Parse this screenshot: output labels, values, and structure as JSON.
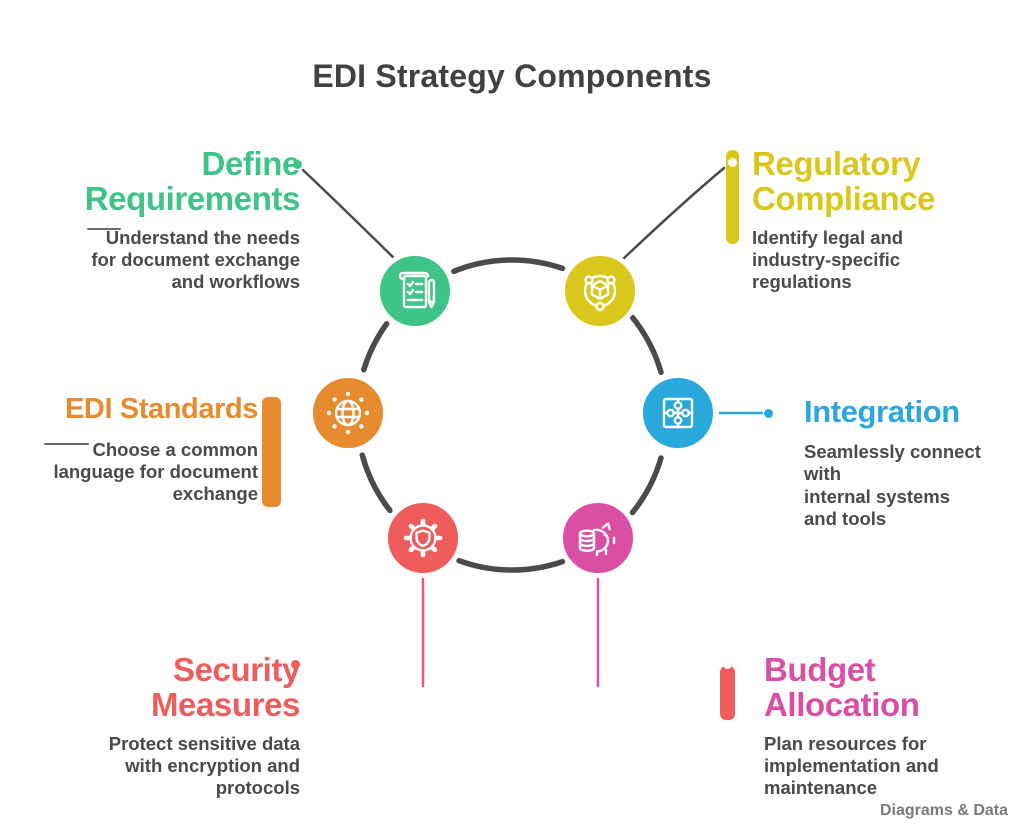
{
  "title": "EDI Strategy Components",
  "watermark": "Diagrams & Data",
  "colors": {
    "green": "#3ec487",
    "yellow": "#d9c71c",
    "orange": "#e78b2f",
    "blue": "#2aa7db",
    "red": "#ef5c5c",
    "magenta": "#da4fa4",
    "ring": "#4b4b4b",
    "text_gray": "#4a4a4a",
    "title_gray": "#3f4144"
  },
  "nodes": [
    {
      "id": "requirements",
      "position": "top-left",
      "color": "#3ec487",
      "icon": "checklist-document-icon",
      "heading": "Define\nRequirements",
      "description": "Understand the needs\nfor document exchange\nand workflows"
    },
    {
      "id": "compliance",
      "position": "top-right",
      "color": "#d9c71c",
      "icon": "cube-network-icon",
      "heading": "Regulatory\nCompliance",
      "description": "Identify legal and\nindustry-specific\nregulations"
    },
    {
      "id": "standards",
      "position": "middle-left",
      "color": "#e78b2f",
      "icon": "globe-icon",
      "heading": "EDI Standards",
      "description": "Choose a common\nlanguage for document\nexchange"
    },
    {
      "id": "integration",
      "position": "middle-right",
      "color": "#2aa7db",
      "icon": "puzzle-icon",
      "heading": "Integration",
      "description": "Seamlessly connect with\ninternal systems\nand tools"
    },
    {
      "id": "security",
      "position": "bottom-left",
      "color": "#ef5c5c",
      "icon": "shield-gear-icon",
      "heading": "Security\nMeasures",
      "description": "Protect sensitive data\nwith encryption and\nprotocols"
    },
    {
      "id": "cost",
      "position": "bottom-right",
      "color": "#da4fa4",
      "icon": "piggy-bank-icon",
      "heading": "Budget\nAllocation",
      "description": "Plan resources for\nimplementation and\nmaintenance"
    }
  ]
}
